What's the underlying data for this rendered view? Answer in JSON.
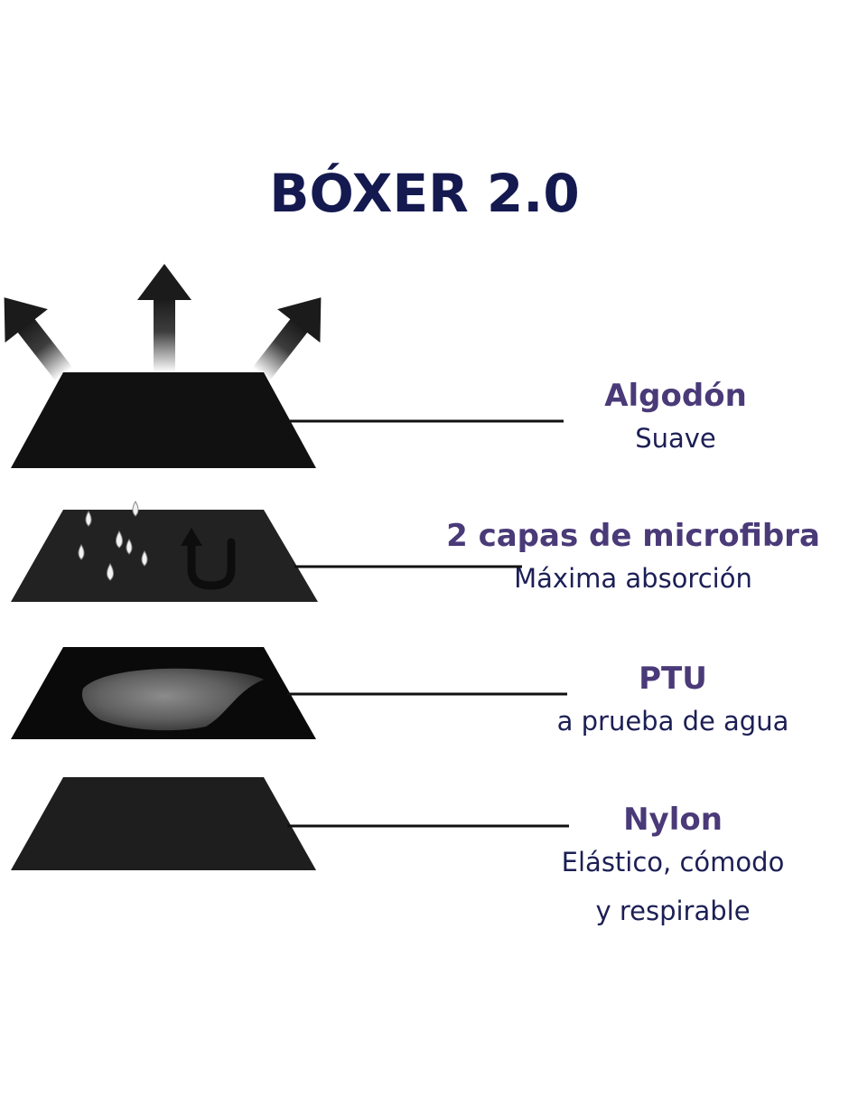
{
  "title": "BÓXER 2.0",
  "colors": {
    "title": "#141a4f",
    "layer_name": "#4a3a78",
    "layer_desc": "#1c1f55",
    "layer_fill": "#1b1b1b",
    "connector": "#111111"
  },
  "layers": [
    {
      "name": "Algodón",
      "description": "Suave",
      "icon": "breathable-arrows-icon"
    },
    {
      "name": "2 capas de microfibra",
      "description": "Máxima absorción",
      "icon": "water-drops-icon"
    },
    {
      "name": "PTU",
      "description": "a prueba de agua",
      "icon": "waterproof-membrane-icon"
    },
    {
      "name": "Nylon",
      "description": "Elástico, cómodo\ny respirable",
      "icon": "plain-layer-icon"
    }
  ]
}
